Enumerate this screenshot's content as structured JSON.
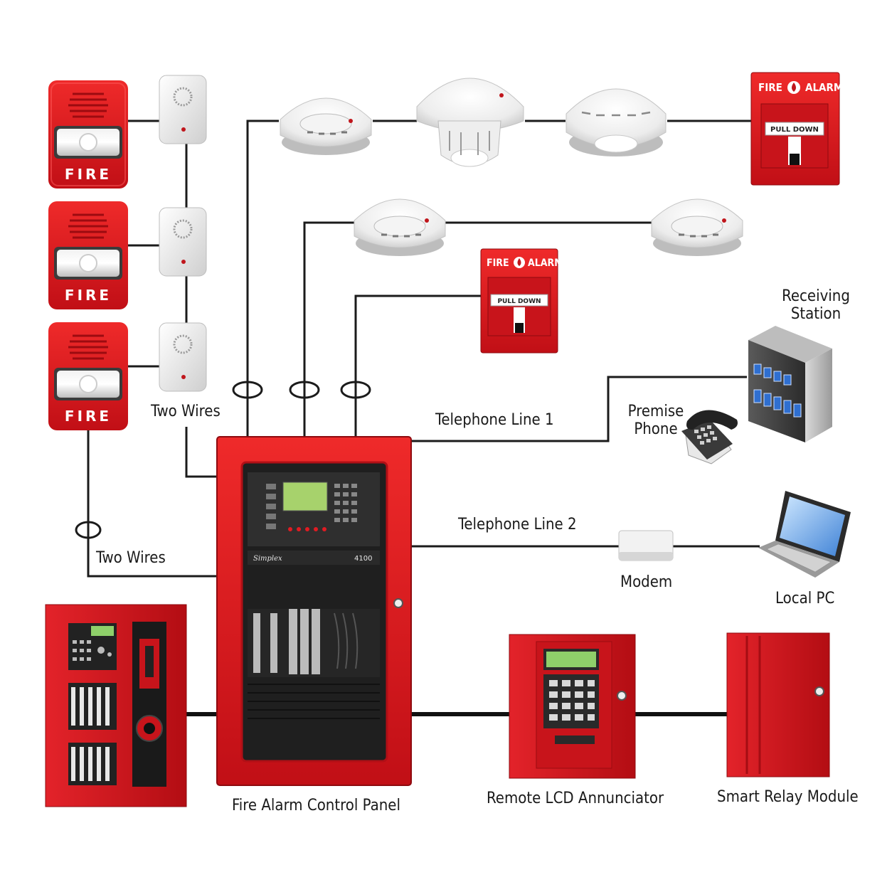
{
  "labels": {
    "two_wires_top": "Two Wires",
    "two_wires_bottom": "Two Wires",
    "telephone_line_1": "Telephone Line 1",
    "telephone_line_2": "Telephone Line 2",
    "premise_phone_1": "Premise",
    "premise_phone_2": "Phone",
    "receiving_station_1": "Receiving",
    "receiving_station_2": "Station",
    "modem": "Modem",
    "local_pc": "Local PC",
    "fire_alarm_control_panel": "Fire Alarm Control Panel",
    "remote_lcd_annunciator": "Remote LCD Annunciator",
    "smart_relay_module": "Smart Relay Module"
  },
  "device_text": {
    "horn_strobe": "FIRE",
    "pull_station_fire": "FIRE",
    "pull_station_alarm": "ALARM",
    "pull_station_action": "PULL  DOWN",
    "panel_brand": "Simplex",
    "panel_model": "4100"
  },
  "colors": {
    "device_red": "#d9161c",
    "panel_dark": "#2a2a2a",
    "lcd_green": "#9fd36a",
    "wire": "#1b1b1b"
  },
  "icons": [
    "horn-strobe-icon",
    "speaker-icon",
    "smoke-detector-icon",
    "heat-detector-icon",
    "pull-station-icon",
    "server-icon",
    "telephone-icon",
    "modem-icon",
    "laptop-icon",
    "control-panel-icon"
  ]
}
